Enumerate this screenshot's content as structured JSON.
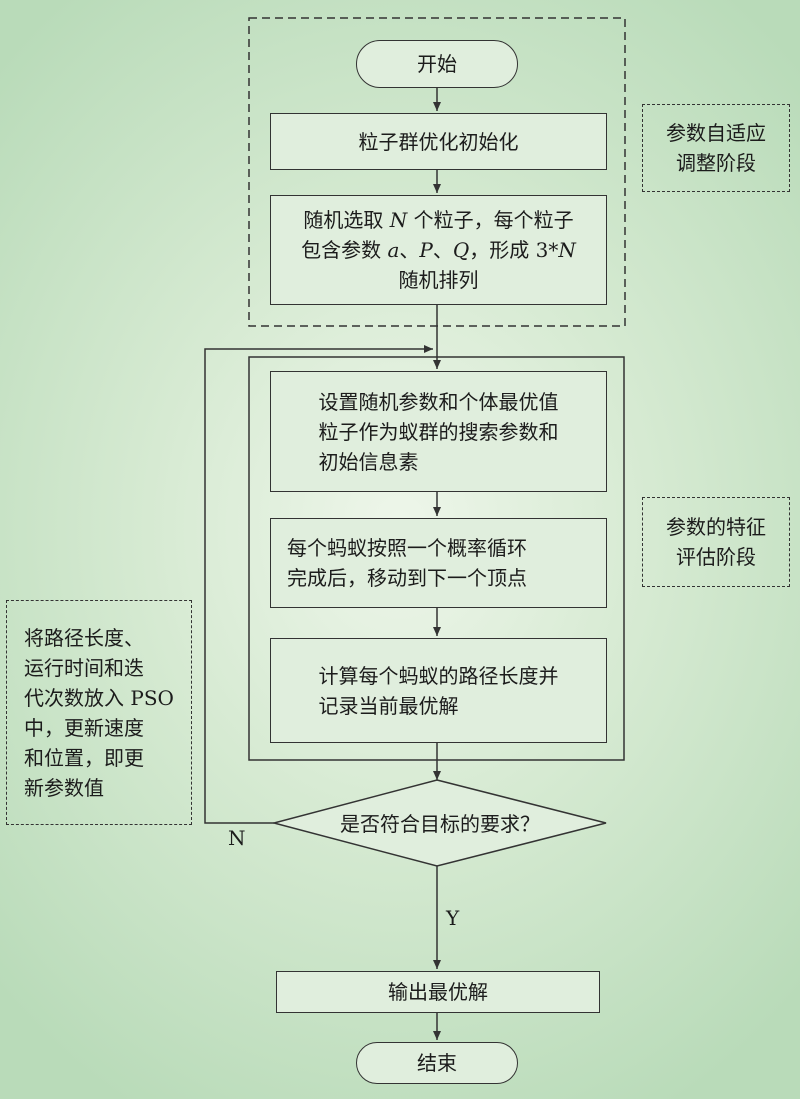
{
  "start": {
    "label": "开始"
  },
  "pso_init": {
    "label": "粒子群优化初始化"
  },
  "random_select": {
    "line1_a": "随机选取 ",
    "line1_var": "N",
    "line1_b": " 个粒子，每个粒子",
    "line2_a": "包含参数 ",
    "line2_var1": "a",
    "line2_sep1": "、",
    "line2_var2": "P",
    "line2_sep2": "、",
    "line2_var3": "Q",
    "line2_b": "，形成 3*",
    "line2_var4": "N",
    "line3": "随机排列"
  },
  "set_params": {
    "line1": "设置随机参数和个体最优值",
    "line2": "粒子作为蚁群的搜索参数和",
    "line3": "初始信息素"
  },
  "ant_move": {
    "line1": "每个蚂蚁按照一个概率循环",
    "line2": "完成后，移动到下一个顶点"
  },
  "calc_path": {
    "line1": "计算每个蚂蚁的路径长度并",
    "line2": "记录当前最优解"
  },
  "decision": {
    "label": "是否符合目标的要求？",
    "no_label": "N",
    "yes_label": "Y"
  },
  "output": {
    "label": "输出最优解"
  },
  "end": {
    "label": "结束"
  },
  "note_adaptive": {
    "line1": "参数自适应",
    "line2": "调整阶段"
  },
  "note_evaluation": {
    "line1": "参数的特征",
    "line2": "评估阶段"
  },
  "note_update": {
    "line1": "将路径长度、",
    "line2": "运行时间和迭",
    "line3": "代次数放入 PSO",
    "line4": "中，更新速度",
    "line5": "和位置，即更",
    "line6": "新参数值"
  }
}
